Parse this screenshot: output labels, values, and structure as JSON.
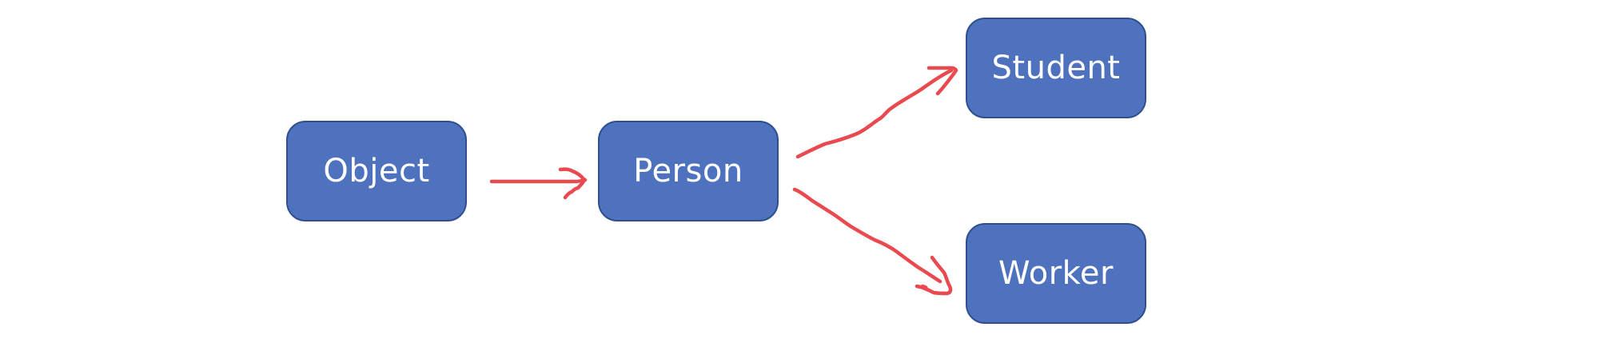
{
  "diagram": {
    "nodes": [
      {
        "id": "object",
        "label": "Object"
      },
      {
        "id": "person",
        "label": "Person"
      },
      {
        "id": "student",
        "label": "Student"
      },
      {
        "id": "worker",
        "label": "Worker"
      }
    ],
    "edges": [
      {
        "from": "object",
        "to": "person"
      },
      {
        "from": "person",
        "to": "student"
      },
      {
        "from": "person",
        "to": "worker"
      }
    ],
    "colors": {
      "node_fill": "#4f72be",
      "node_border": "#2f4f8f",
      "node_text": "#ffffff",
      "arrow": "#e84a4f"
    }
  }
}
